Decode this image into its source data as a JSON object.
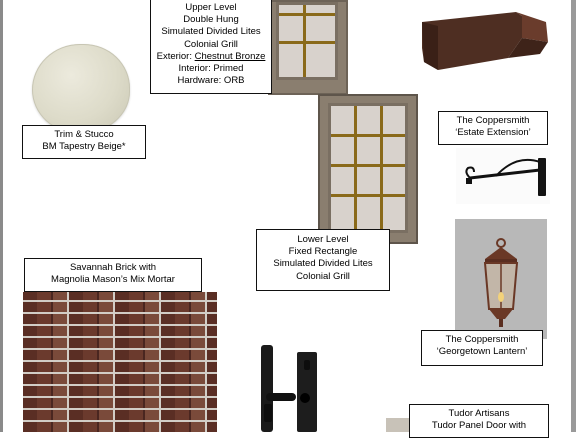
{
  "labels": {
    "upper_window": {
      "lines": [
        "Upper Level",
        "Double Hung",
        "Simulated Divided Lites",
        "Colonial Grill"
      ],
      "exterior_prefix": "Exterior: ",
      "exterior_value": "Chestnut Bronze",
      "interior": "Interior: Primed",
      "hardware": "Hardware: ORB"
    },
    "trim": [
      "Trim & Stucco",
      "BM Tapestry Beige*"
    ],
    "gutter": [
      "The Coppersmith",
      "‘Estate Extension’"
    ],
    "lower_window": [
      "Lower Level",
      "Fixed Rectangle",
      "Simulated Divided Lites",
      "Colonial Grill"
    ],
    "brick": [
      "Savannah Brick with",
      "Magnolia Mason’s Mix  Mortar"
    ],
    "lantern": [
      "The Coppersmith",
      "‘Georgetown Lantern’"
    ],
    "door": [
      "Tudor Artisans",
      "Tudor Panel Door with"
    ]
  },
  "colors": {
    "paint_swatch": "#dddbc9",
    "window_frame": "#8a7e6f",
    "grill": "#8a6a1a",
    "gutter_copper": "#5a3424",
    "brick": "#6b3a2d"
  },
  "icons": {
    "gutter": "half-round-gutter-icon",
    "bracket": "wall-bracket-icon",
    "lantern": "gas-lantern-icon",
    "hardware": "door-handleset-icon"
  }
}
